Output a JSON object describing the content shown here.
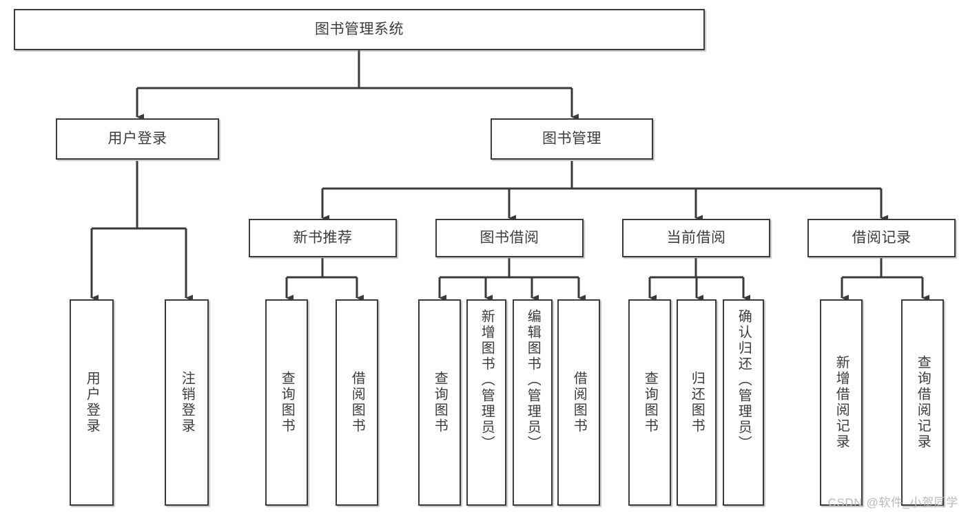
{
  "diagram": {
    "title": "图书管理系统",
    "type": "tree-hierarchy",
    "colors": {
      "node_border": "#3a3a3a",
      "node_fill": "#ffffff",
      "connector": "#3a3a3a",
      "text": "#3c3c3c",
      "watermark": "#b9b9b9",
      "background": "#ffffff"
    },
    "root": {
      "label": "图书管理系统"
    },
    "level2": [
      {
        "label": "用户登录"
      },
      {
        "label": "图书管理"
      }
    ],
    "level3": [
      {
        "label": "新书推荐"
      },
      {
        "label": "图书借阅"
      },
      {
        "label": "当前借阅"
      },
      {
        "label": "借阅记录"
      }
    ],
    "leaves": {
      "user_login": [
        {
          "label": "用户登录"
        },
        {
          "label": "注销登录"
        }
      ],
      "new_book_recommend": [
        {
          "label": "查询图书"
        },
        {
          "label": "借阅图书"
        }
      ],
      "book_borrow": [
        {
          "label": "查询图书"
        },
        {
          "label": "新增图书（管理员）"
        },
        {
          "label": "编辑图书（管理员）"
        },
        {
          "label": "借阅图书"
        }
      ],
      "current_borrow": [
        {
          "label": "查询图书"
        },
        {
          "label": "归还图书"
        },
        {
          "label": "确认归还（管理员）"
        }
      ],
      "borrow_record": [
        {
          "label": "新增借阅记录"
        },
        {
          "label": "查询借阅记录"
        }
      ]
    }
  },
  "watermark": {
    "text": "CSDN @软件_小贺同学"
  }
}
